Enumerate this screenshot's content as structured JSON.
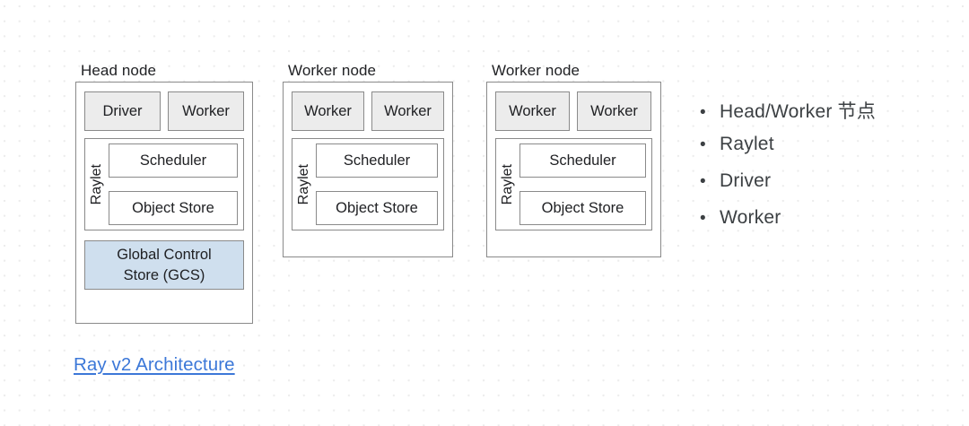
{
  "background": {
    "dot_color": "#ececec",
    "page_color": "#ffffff"
  },
  "colors": {
    "box_border": "#8a8a8a",
    "process_fill": "#ececec",
    "gcs_fill": "#cfdfee",
    "text": "#202124",
    "bullet_text": "#3c4043",
    "link": "#3c78d8"
  },
  "diagram": {
    "nodes": [
      {
        "label": "Head node",
        "processes": [
          "Driver",
          "Worker"
        ],
        "raylet_label": "Raylet",
        "raylet_components": [
          "Scheduler",
          "Object Store"
        ],
        "gcs": {
          "line1": "Global Control",
          "line2": "Store (GCS)"
        }
      },
      {
        "label": "Worker node",
        "processes": [
          "Worker",
          "Worker"
        ],
        "raylet_label": "Raylet",
        "raylet_components": [
          "Scheduler",
          "Object Store"
        ],
        "gcs": null
      },
      {
        "label": "Worker node",
        "processes": [
          "Worker",
          "Worker"
        ],
        "raylet_label": "Raylet",
        "raylet_components": [
          "Scheduler",
          "Object Store"
        ],
        "gcs": null
      }
    ]
  },
  "bullets": [
    {
      "marker": "•",
      "text": "Head/Worker 节点"
    },
    {
      "marker": "•",
      "text": "Raylet"
    },
    {
      "marker": "•",
      "text": "Driver"
    },
    {
      "marker": "•",
      "text": "Worker"
    }
  ],
  "link": {
    "text": "Ray v2 Architecture"
  }
}
